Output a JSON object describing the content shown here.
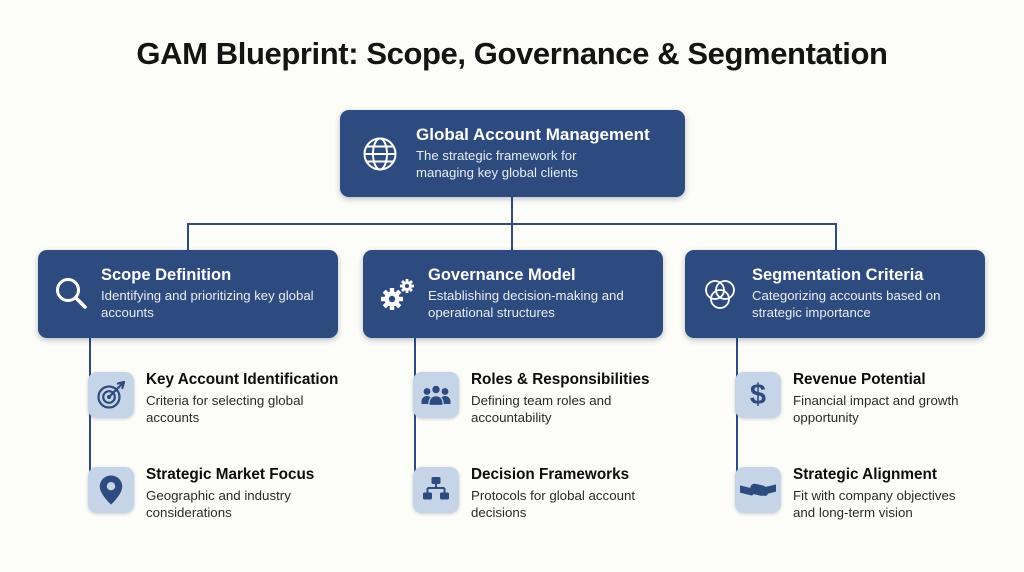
{
  "title": "GAM Blueprint: Scope, Governance & Segmentation",
  "root": {
    "icon": "globe-icon",
    "title": "Global Account Management",
    "subtitle": "The strategic framework for managing key global clients"
  },
  "branches": [
    {
      "icon": "magnifier-icon",
      "title": "Scope Definition",
      "subtitle": "Identifying and prioritizing key global accounts",
      "children": [
        {
          "icon": "target-arrow-icon",
          "title": "Key Account Identification",
          "subtitle": "Criteria for selecting global accounts"
        },
        {
          "icon": "location-pin-icon",
          "title": "Strategic Market Focus",
          "subtitle": "Geographic and industry considerations"
        }
      ]
    },
    {
      "icon": "gears-icon",
      "title": "Governance Model",
      "subtitle": "Establishing decision-making and operational structures",
      "children": [
        {
          "icon": "team-icon",
          "title": "Roles & Responsibilities",
          "subtitle": "Defining team roles and accountability"
        },
        {
          "icon": "flowchart-icon",
          "title": "Decision Frameworks",
          "subtitle": "Protocols for global account decisions"
        }
      ]
    },
    {
      "icon": "venn-diagram-icon",
      "title": "Segmentation Criteria",
      "subtitle": "Categorizing accounts based on strategic importance",
      "children": [
        {
          "icon": "dollar-icon",
          "title": "Revenue Potential",
          "subtitle": "Financial impact and growth opportunity"
        },
        {
          "icon": "handshake-icon",
          "title": "Strategic Alignment",
          "subtitle": "Fit with company objectives and long-term vision"
        }
      ]
    }
  ],
  "glyphs": {
    "dollar": "$"
  },
  "colors": {
    "box_navy": "#2e4b80",
    "tile_blue": "#c6d4e8",
    "connector": "#2e4b80",
    "background": "#fcfcf8",
    "title_text": "#141414"
  }
}
